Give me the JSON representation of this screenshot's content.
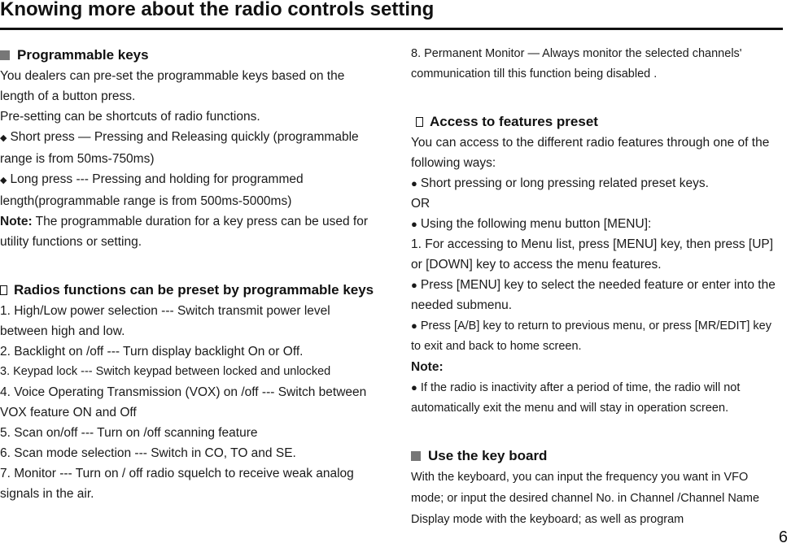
{
  "title": "Knowing more about the radio controls setting",
  "left": {
    "section1": {
      "heading": "Programmable keys",
      "intro1": "You dealers can pre-set the programmable keys based on the length of a button press.",
      "intro2": "Pre-setting can be shortcuts of radio functions.",
      "short_press": "Short press — Pressing and Releasing quickly (programmable range is from 50ms-750ms)",
      "long_press": "Long press --- Pressing and holding for  programmed length(programmable range is from 500ms-5000ms)",
      "note_label": "Note:",
      "note_text": "The programmable duration for a key press can be used for utility functions or setting."
    },
    "section2": {
      "heading": "Radios functions can be preset by programmable keys",
      "items": [
        "1. High/Low power selection --- Switch transmit power level between high and low.",
        "2. Backlight on /off --- Turn display backlight On or Off.",
        "3. Keypad lock  --- Switch keypad between locked and unlocked",
        "4. Voice Operating Transmission (VOX) on /off  --- Switch between VOX feature ON and Off",
        "5. Scan on/off  --- Turn on /off scanning feature",
        "6. Scan mode selection --- Switch in CO, TO and SE.",
        "7. Monitor  --- Turn on / off radio squelch to receive weak analog signals in the air."
      ]
    }
  },
  "right": {
    "item8": "8. Permanent Monitor — Always monitor the selected channels' communication till this function being disabled .",
    "section3": {
      "heading": "Access to features preset",
      "intro": "You can access to the different radio features through one of the following ways:",
      "bullet1": "Short pressing or long pressing related preset keys.",
      "or": "OR",
      "bullet2": "Using the following menu button [MENU]:",
      "step1": "1. For accessing to Menu list, press [MENU] key, then press [UP] or [DOWN] key to access the menu features.",
      "bullet3": "Press [MENU] key to select the needed feature or enter into the needed submenu.",
      "bullet4": "Press [A/B] key to return to previous menu, or press [MR/EDIT] key to exit and back to home screen.",
      "note_label": "Note:",
      "note_bullet": "If the radio is inactivity after a period of time, the radio will not automatically exit the menu and will stay in operation screen."
    },
    "section4": {
      "heading": "Use the key board",
      "text": "With the keyboard, you can input the frequency you want in VFO mode; or input the desired channel No. in Channel /Channel Name Display mode with the keyboard; as well as program"
    }
  },
  "page_number": "6"
}
